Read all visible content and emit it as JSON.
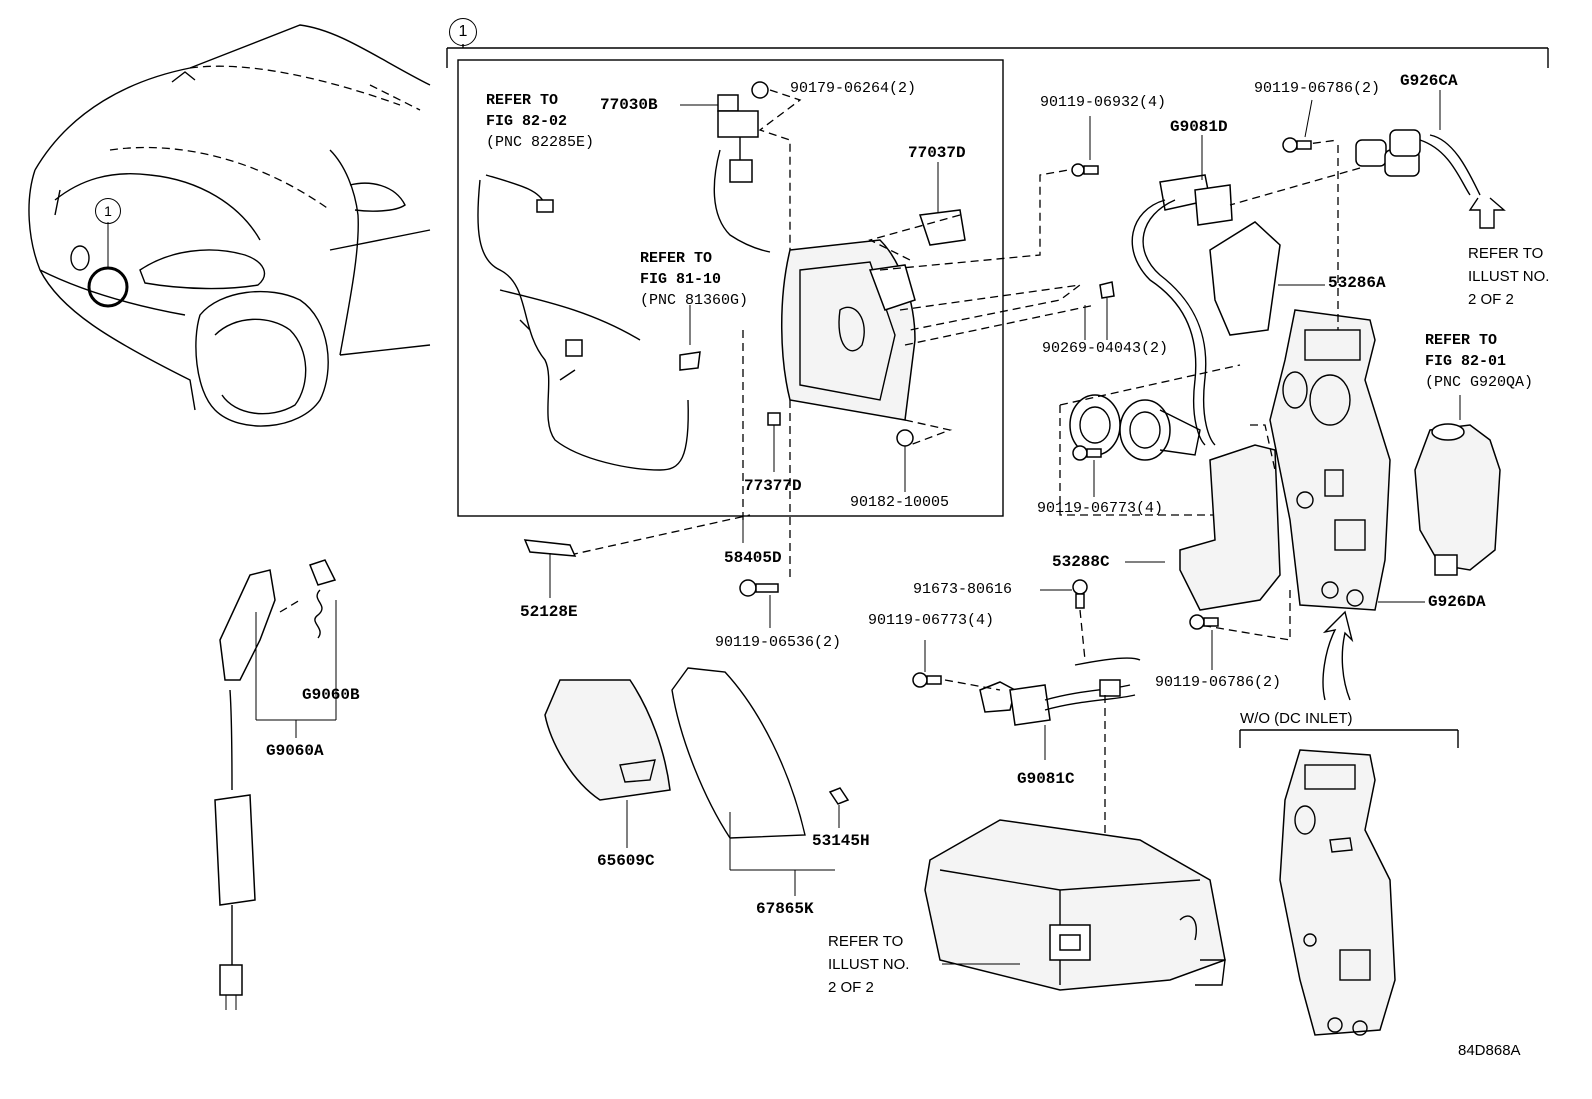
{
  "callout_marker": "1",
  "labels": {
    "p77030B": "77030B",
    "p90179": "90179-06264(2)",
    "p77037D": "77037D",
    "p77377D": "77377D",
    "p90182": "90182-10005",
    "p58405D": "58405D",
    "p52128E": "52128E",
    "p90119_06536": "90119-06536(2)",
    "p90119_06932": "90119-06932(4)",
    "pG9081D": "G9081D",
    "p90119_06786_top": "90119-06786(2)",
    "pG926CA": "G926CA",
    "p53286A": "53286A",
    "p90269": "90269-04043(2)",
    "p90119_06773_a": "90119-06773(4)",
    "p53288C": "53288C",
    "p91673": "91673-80616",
    "p90119_06773_b": "90119-06773(4)",
    "pG926DA": "G926DA",
    "p90119_06786_bot": "90119-06786(2)",
    "pG9081C": "G9081C",
    "pG9060B": "G9060B",
    "pG9060A": "G9060A",
    "p65609C": "65609C",
    "p53145H": "53145H",
    "p67865K": "67865K"
  },
  "notes": {
    "ref_82_02": {
      "l1": "REFER TO",
      "l2": "FIG 82-02",
      "l3": "(PNC 82285E)"
    },
    "ref_81_10": {
      "l1": "REFER TO",
      "l2": "FIG 81-10",
      "l3": "(PNC 81360G)"
    },
    "ref_82_01": {
      "l1": "REFER TO",
      "l2": "FIG 82-01",
      "l3": "(PNC G920QA)"
    },
    "ref_illust_top": {
      "l1": "REFER TO",
      "l2": "ILLUST NO.",
      "l3": "2 OF 2"
    },
    "ref_illust_bot": {
      "l1": "REFER TO",
      "l2": "ILLUST NO.",
      "l3": "2 OF 2"
    },
    "wo_dc_inlet": "W/O (DC INLET)"
  },
  "figure_code": "84D868A"
}
